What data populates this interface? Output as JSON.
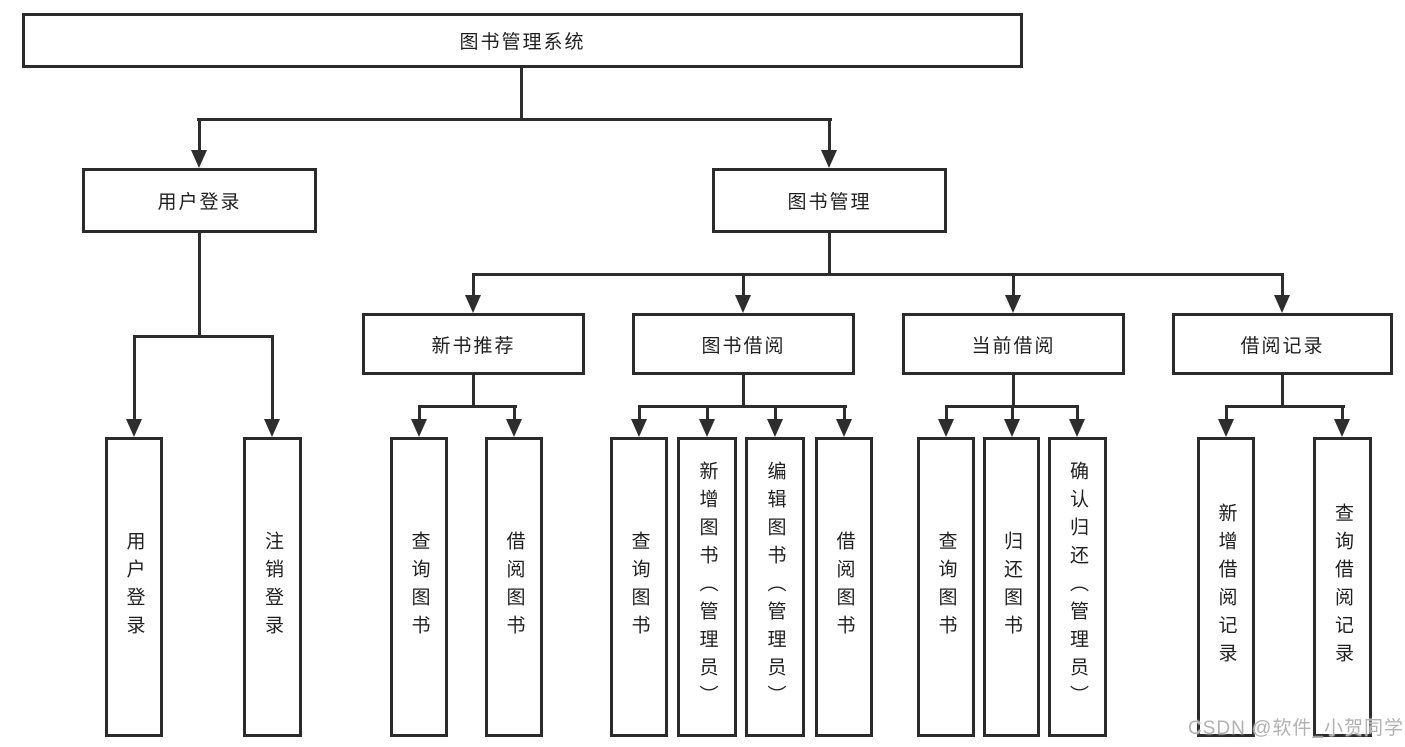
{
  "tree": {
    "root": {
      "label": "图书管理系统"
    },
    "level2": [
      {
        "label": "用户登录",
        "children": [
          {
            "label": "用户登录"
          },
          {
            "label": "注销登录"
          }
        ]
      },
      {
        "label": "图书管理",
        "children": [
          {
            "label": "新书推荐",
            "children": [
              {
                "label": "查询图书"
              },
              {
                "label": "借阅图书"
              }
            ]
          },
          {
            "label": "图书借阅",
            "children": [
              {
                "label": "查询图书"
              },
              {
                "label": "新增图书（管理员）"
              },
              {
                "label": "编辑图书（管理员）"
              },
              {
                "label": "借阅图书"
              }
            ]
          },
          {
            "label": "当前借阅",
            "children": [
              {
                "label": "查询图书"
              },
              {
                "label": "归还图书"
              },
              {
                "label": "确认归还（管理员）"
              }
            ]
          },
          {
            "label": "借阅记录",
            "children": [
              {
                "label": "新增借阅记录"
              },
              {
                "label": "查询借阅记录"
              }
            ]
          }
        ]
      }
    ]
  },
  "watermark": {
    "text": "CSDN @软件_小贺同学"
  },
  "colors": {
    "line": "#2d2d2d",
    "border": "#2b2b2b",
    "text": "#1f1f1f",
    "background": "#ffffff",
    "watermark": "#b2b2b2"
  }
}
